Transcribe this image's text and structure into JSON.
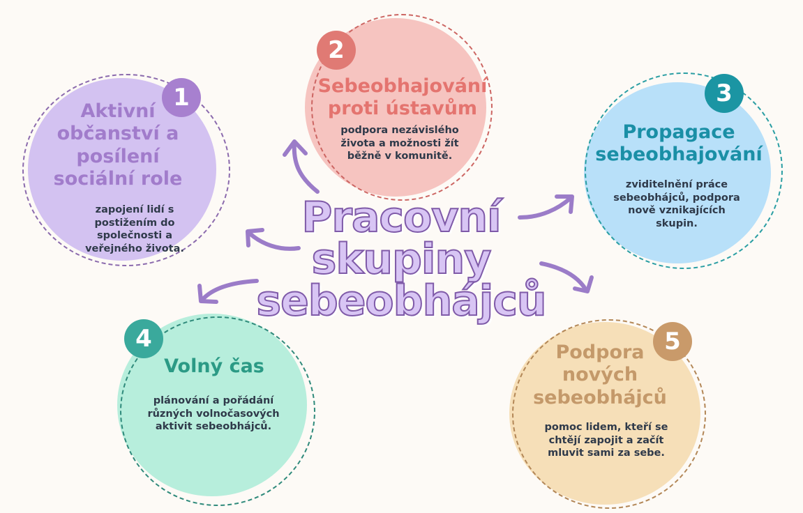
{
  "center": {
    "line1": "Pracovní",
    "line2": "skupiny",
    "line3": "sebeobhájců"
  },
  "colors": {
    "arrow": "#9b7cc8",
    "background": "#fdfaf6"
  },
  "nodes": [
    {
      "number": "1",
      "title": "Aktivní občanství a posílení sociální role",
      "description": "zapojení lidí s postižením do společnosti a veřejného života."
    },
    {
      "number": "2",
      "title": "Sebeobhajování proti ústavům",
      "description": "podpora nezávislého života a možnosti žít běžně v komunitě."
    },
    {
      "number": "3",
      "title": "Propagace sebeobhajování",
      "description": "zviditelnění práce sebeobhájců, podpora nově vznikajících skupin."
    },
    {
      "number": "4",
      "title": "Volný čas",
      "description": "plánování a pořádání různých volnočasových aktivit sebeobhájců."
    },
    {
      "number": "5",
      "title": "Podpora nových sebeobhájců",
      "description": "pomoc lidem, kteří se chtějí zapojit a začít mluvit sami za sebe."
    }
  ]
}
